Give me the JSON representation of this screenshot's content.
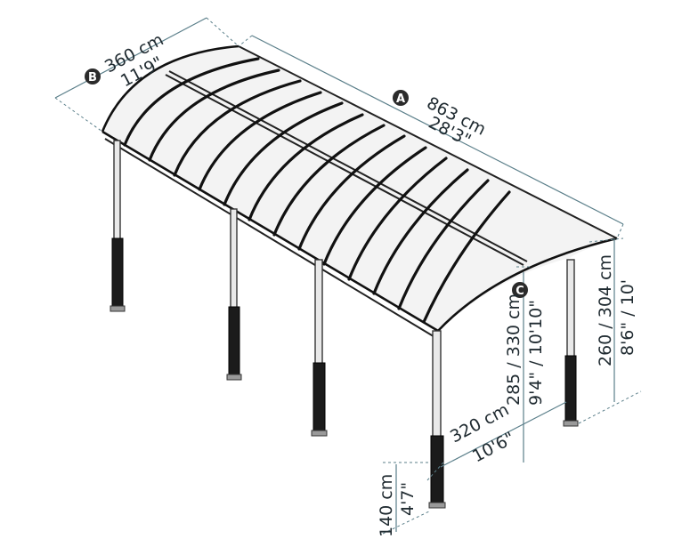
{
  "dimensions": {
    "length_metric": "863 cm",
    "length_imperial": "28'3\"",
    "width_metric": "360 cm",
    "width_imperial": "11'9\"",
    "height_low": "260 / 304 cm",
    "height_low_imperial": "8'6\" / 10'",
    "height_high": "285 / 330 cm",
    "height_high_imperial": "9'4\" / 10'10\"",
    "post_spacing_metric": "320 cm",
    "post_spacing_imperial": "10'6\"",
    "footing_metric": "140 cm",
    "footing_imperial": "4'7\""
  },
  "badges": {
    "a": "A",
    "b": "B",
    "c": "C"
  },
  "colors": {
    "dimension_line": "#5b7f8a",
    "badge": "#2b2b2b",
    "frame": "#111111"
  }
}
